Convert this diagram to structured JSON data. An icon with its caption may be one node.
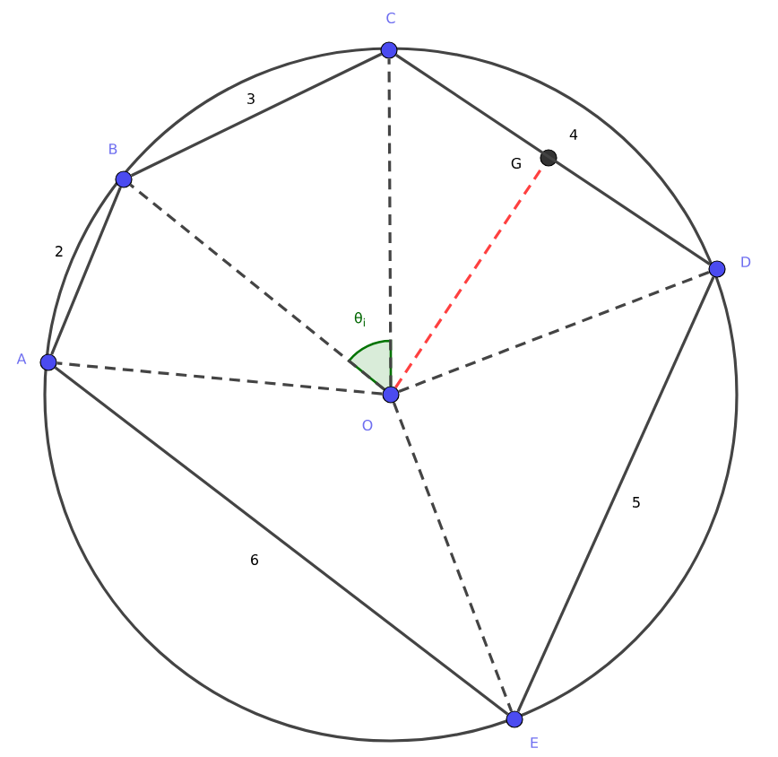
{
  "diagram": {
    "nodes": [
      {
        "text": [],
        "shape": "circle",
        "beside": [
          "A"
        ]
      },
      {
        "text": [],
        "shape": "circle",
        "beside": [
          "B"
        ]
      },
      {
        "text": [],
        "shape": "circle",
        "beside": [
          "C"
        ]
      },
      {
        "text": [],
        "shape": "circle",
        "beside": [
          "D"
        ]
      },
      {
        "text": [],
        "shape": "circle",
        "beside": [
          "E"
        ]
      },
      {
        "text": [],
        "shape": "circle",
        "beside": [
          "O"
        ]
      },
      {
        "text": [],
        "shape": "circle",
        "beside": [
          "G"
        ]
      }
    ],
    "edges": [
      {
        "from": 0,
        "to": 1,
        "arrow": "none",
        "label": "2"
      },
      {
        "from": 1,
        "to": 2,
        "arrow": "none",
        "label": "3"
      },
      {
        "from": 2,
        "to": 3,
        "arrow": "none",
        "label": "4"
      },
      {
        "from": 3,
        "to": 4,
        "arrow": "none",
        "label": "5"
      },
      {
        "from": 4,
        "to": 0,
        "arrow": "none",
        "label": "6"
      },
      {
        "from": 5,
        "to": 0,
        "arrow": "none",
        "style": "dashed"
      },
      {
        "from": 5,
        "to": 1,
        "arrow": "none",
        "style": "dashed"
      },
      {
        "from": 5,
        "to": 2,
        "arrow": "none",
        "style": "dashed"
      },
      {
        "from": 5,
        "to": 3,
        "arrow": "none",
        "style": "dashed"
      },
      {
        "from": 5,
        "to": 4,
        "arrow": "none",
        "style": "dashed"
      },
      {
        "from": 5,
        "to": 6,
        "arrow": "none",
        "style": "dashed",
        "color": "#ff4040"
      }
    ],
    "labels": [
      "θ$_{i}$"
    ]
  }
}
